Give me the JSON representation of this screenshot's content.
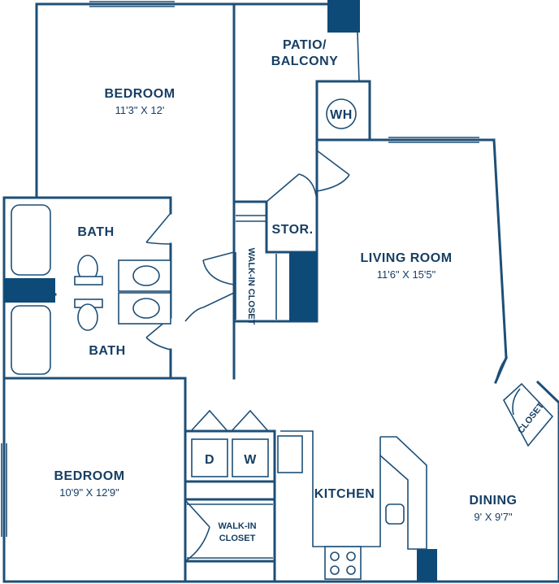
{
  "rooms": {
    "bedroom_1": {
      "name": "BEDROOM",
      "size": "11'3\" X 12'"
    },
    "patio": {
      "line1": "PATIO/",
      "line2": "BALCONY"
    },
    "water_heater": {
      "label": "WH"
    },
    "bath_upper": {
      "name": "BATH"
    },
    "bath_lower": {
      "name": "BATH"
    },
    "storage": {
      "label": "STOR."
    },
    "walk_in_closet_1": {
      "label": "WALK-IN CLOSET"
    },
    "living_room": {
      "name": "LIVING ROOM",
      "size": "11'6\" X 15'5\""
    },
    "closet": {
      "label": "CLOSET"
    },
    "bedroom_2": {
      "name": "BEDROOM",
      "size": "10'9\" X 12'9\""
    },
    "dryer": {
      "label": "D"
    },
    "washer": {
      "label": "W"
    },
    "kitchen": {
      "name": "KITCHEN"
    },
    "walk_in_closet_2": {
      "line1": "WALK-IN",
      "line2": "CLOSET"
    },
    "dining": {
      "name": "DINING",
      "size": "9' X 9'7\""
    }
  },
  "colors": {
    "wall": "#1d4f77",
    "accent": "#0d4a78",
    "text": "#163e63"
  }
}
